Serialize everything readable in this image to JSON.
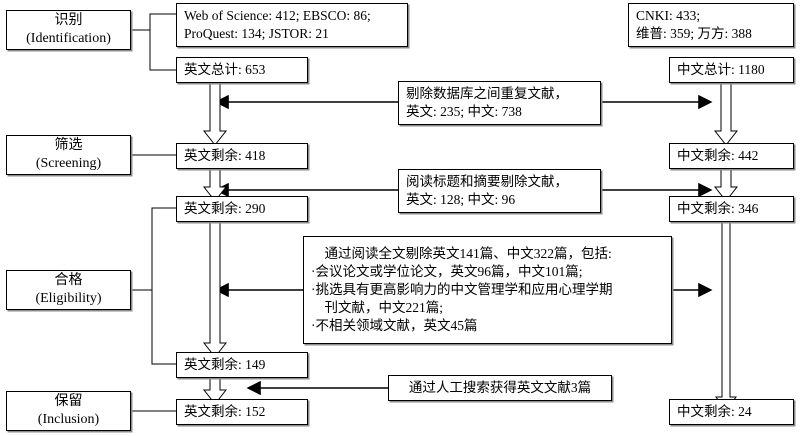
{
  "diagram": {
    "title": "PRISMA literature screening flow",
    "stages": [
      {
        "cn": "识别",
        "en": "(Identification)"
      },
      {
        "cn": "筛选",
        "en": "(Screening)"
      },
      {
        "cn": "合格",
        "en": "(Eligibility)"
      },
      {
        "cn": "保留",
        "en": "(Inclusion)"
      }
    ],
    "english_branch": {
      "sources": [
        "Web of Science: 412; EBSCO: 86;",
        "ProQuest: 134; JSTOR: 21"
      ],
      "total": "英文总计: 653",
      "after_dedup": "英文剩余: 418",
      "after_title_abstract": "英文剩余: 290",
      "after_fulltext": "英文剩余: 149",
      "final": "英文剩余: 152"
    },
    "chinese_branch": {
      "sources": [
        "CNKI: 433;",
        "维普: 359; 万方: 388"
      ],
      "total": "中文总计: 1180",
      "after_dedup": "中文剩余: 442",
      "after_title_abstract": "中文剩余: 346",
      "final": "中文剩余: 24"
    },
    "exclusions": {
      "duplicates": [
        "剔除数据库之间重复文献，",
        "英文: 235; 中文: 738"
      ],
      "title_abstract": [
        "阅读标题和摘要剔除文献，",
        "英文: 128; 中文: 96"
      ],
      "fulltext": [
        "　通过阅读全文剔除英文141篇、中文322篇，包括:",
        "·会议论文或学位论文，英文96篇，中文101篇;",
        "·挑选具有更高影响力的中文管理学和应用心理学期",
        "　刊文献，中文221篇;",
        "·不相关领域文献，英文45篇"
      ],
      "manual_search": "通过人工搜索获得英文文献3篇"
    },
    "colors": {
      "line": "#000000",
      "shadow": "#8c8c8c",
      "background": "#ffffff"
    }
  }
}
